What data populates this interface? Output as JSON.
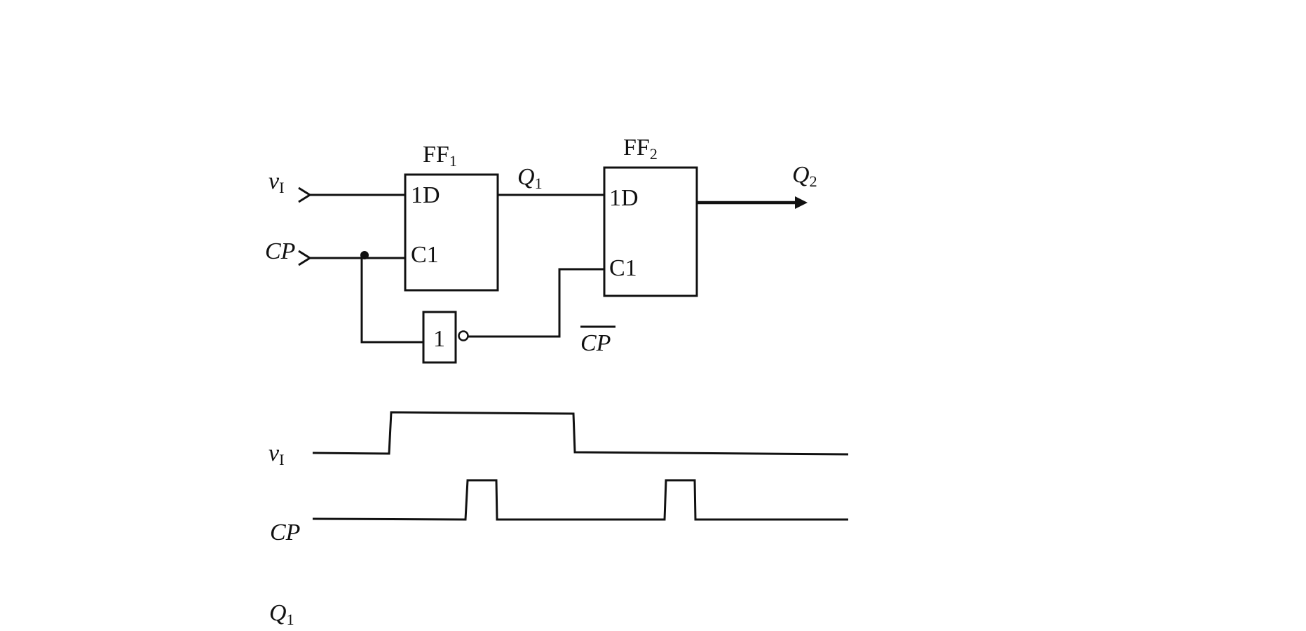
{
  "circuit": {
    "ff1": {
      "name_main": "FF",
      "name_sub": "1",
      "pin_d": "1D",
      "pin_c": "C1"
    },
    "ff2": {
      "name_main": "FF",
      "name_sub": "2",
      "pin_d": "1D",
      "pin_c": "C1"
    },
    "inverter_label": "1",
    "input_vi_main": "v",
    "input_vi_sub": "I",
    "input_cp": "CP",
    "q1_main": "Q",
    "q1_sub": "1",
    "q2_main": "Q",
    "q2_sub": "2",
    "cp_bar": "CP"
  },
  "timing": {
    "vi_main": "v",
    "vi_sub": "I",
    "cp": "CP",
    "q1_main": "Q",
    "q1_sub": "1"
  }
}
